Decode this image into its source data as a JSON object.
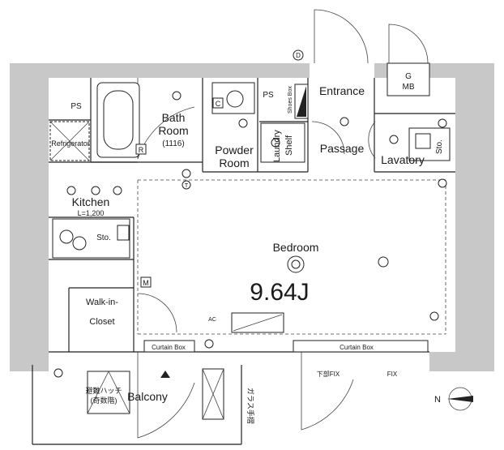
{
  "rooms": {
    "bath_room": "Bath",
    "bath_room_2": "Room",
    "bath_size": "(1116)",
    "powder_room": "Powder",
    "powder_room_2": "Room",
    "laundry_shelf": "Laundry",
    "laundry_shelf_2": "Shelf",
    "entrance": "Entrance",
    "shoes_box": "Shoes Box",
    "passage": "Passage",
    "lavatory": "Lavatory",
    "storage_lav": "Sto.",
    "mb": "MB",
    "kitchen": "Kitchen",
    "kitchen_length": "L=1,200",
    "storage_kitchen": "Sto.",
    "refrigerator": "Refrigerator",
    "walk_in_closet": "Walk-in-",
    "walk_in_closet_2": "Closet",
    "bedroom": "Bedroom",
    "bedroom_size": "9.64J",
    "balcony": "Balcony",
    "evac_hatch": "避難ハッチ",
    "evac_hatch_2": "(奇数階)",
    "glass_rail": "ガラス手摺",
    "curtain_box_left": "Curtain Box",
    "curtain_box_right": "Curtain Box",
    "fix_lower": "下部FIX",
    "fix": "FIX"
  },
  "markers": {
    "ps_left": "PS",
    "ps_center": "PS",
    "d": "D",
    "g": "G",
    "c": "C",
    "r": "R",
    "m": "M",
    "t": "T",
    "ac": "AC",
    "compass_n": "N"
  }
}
